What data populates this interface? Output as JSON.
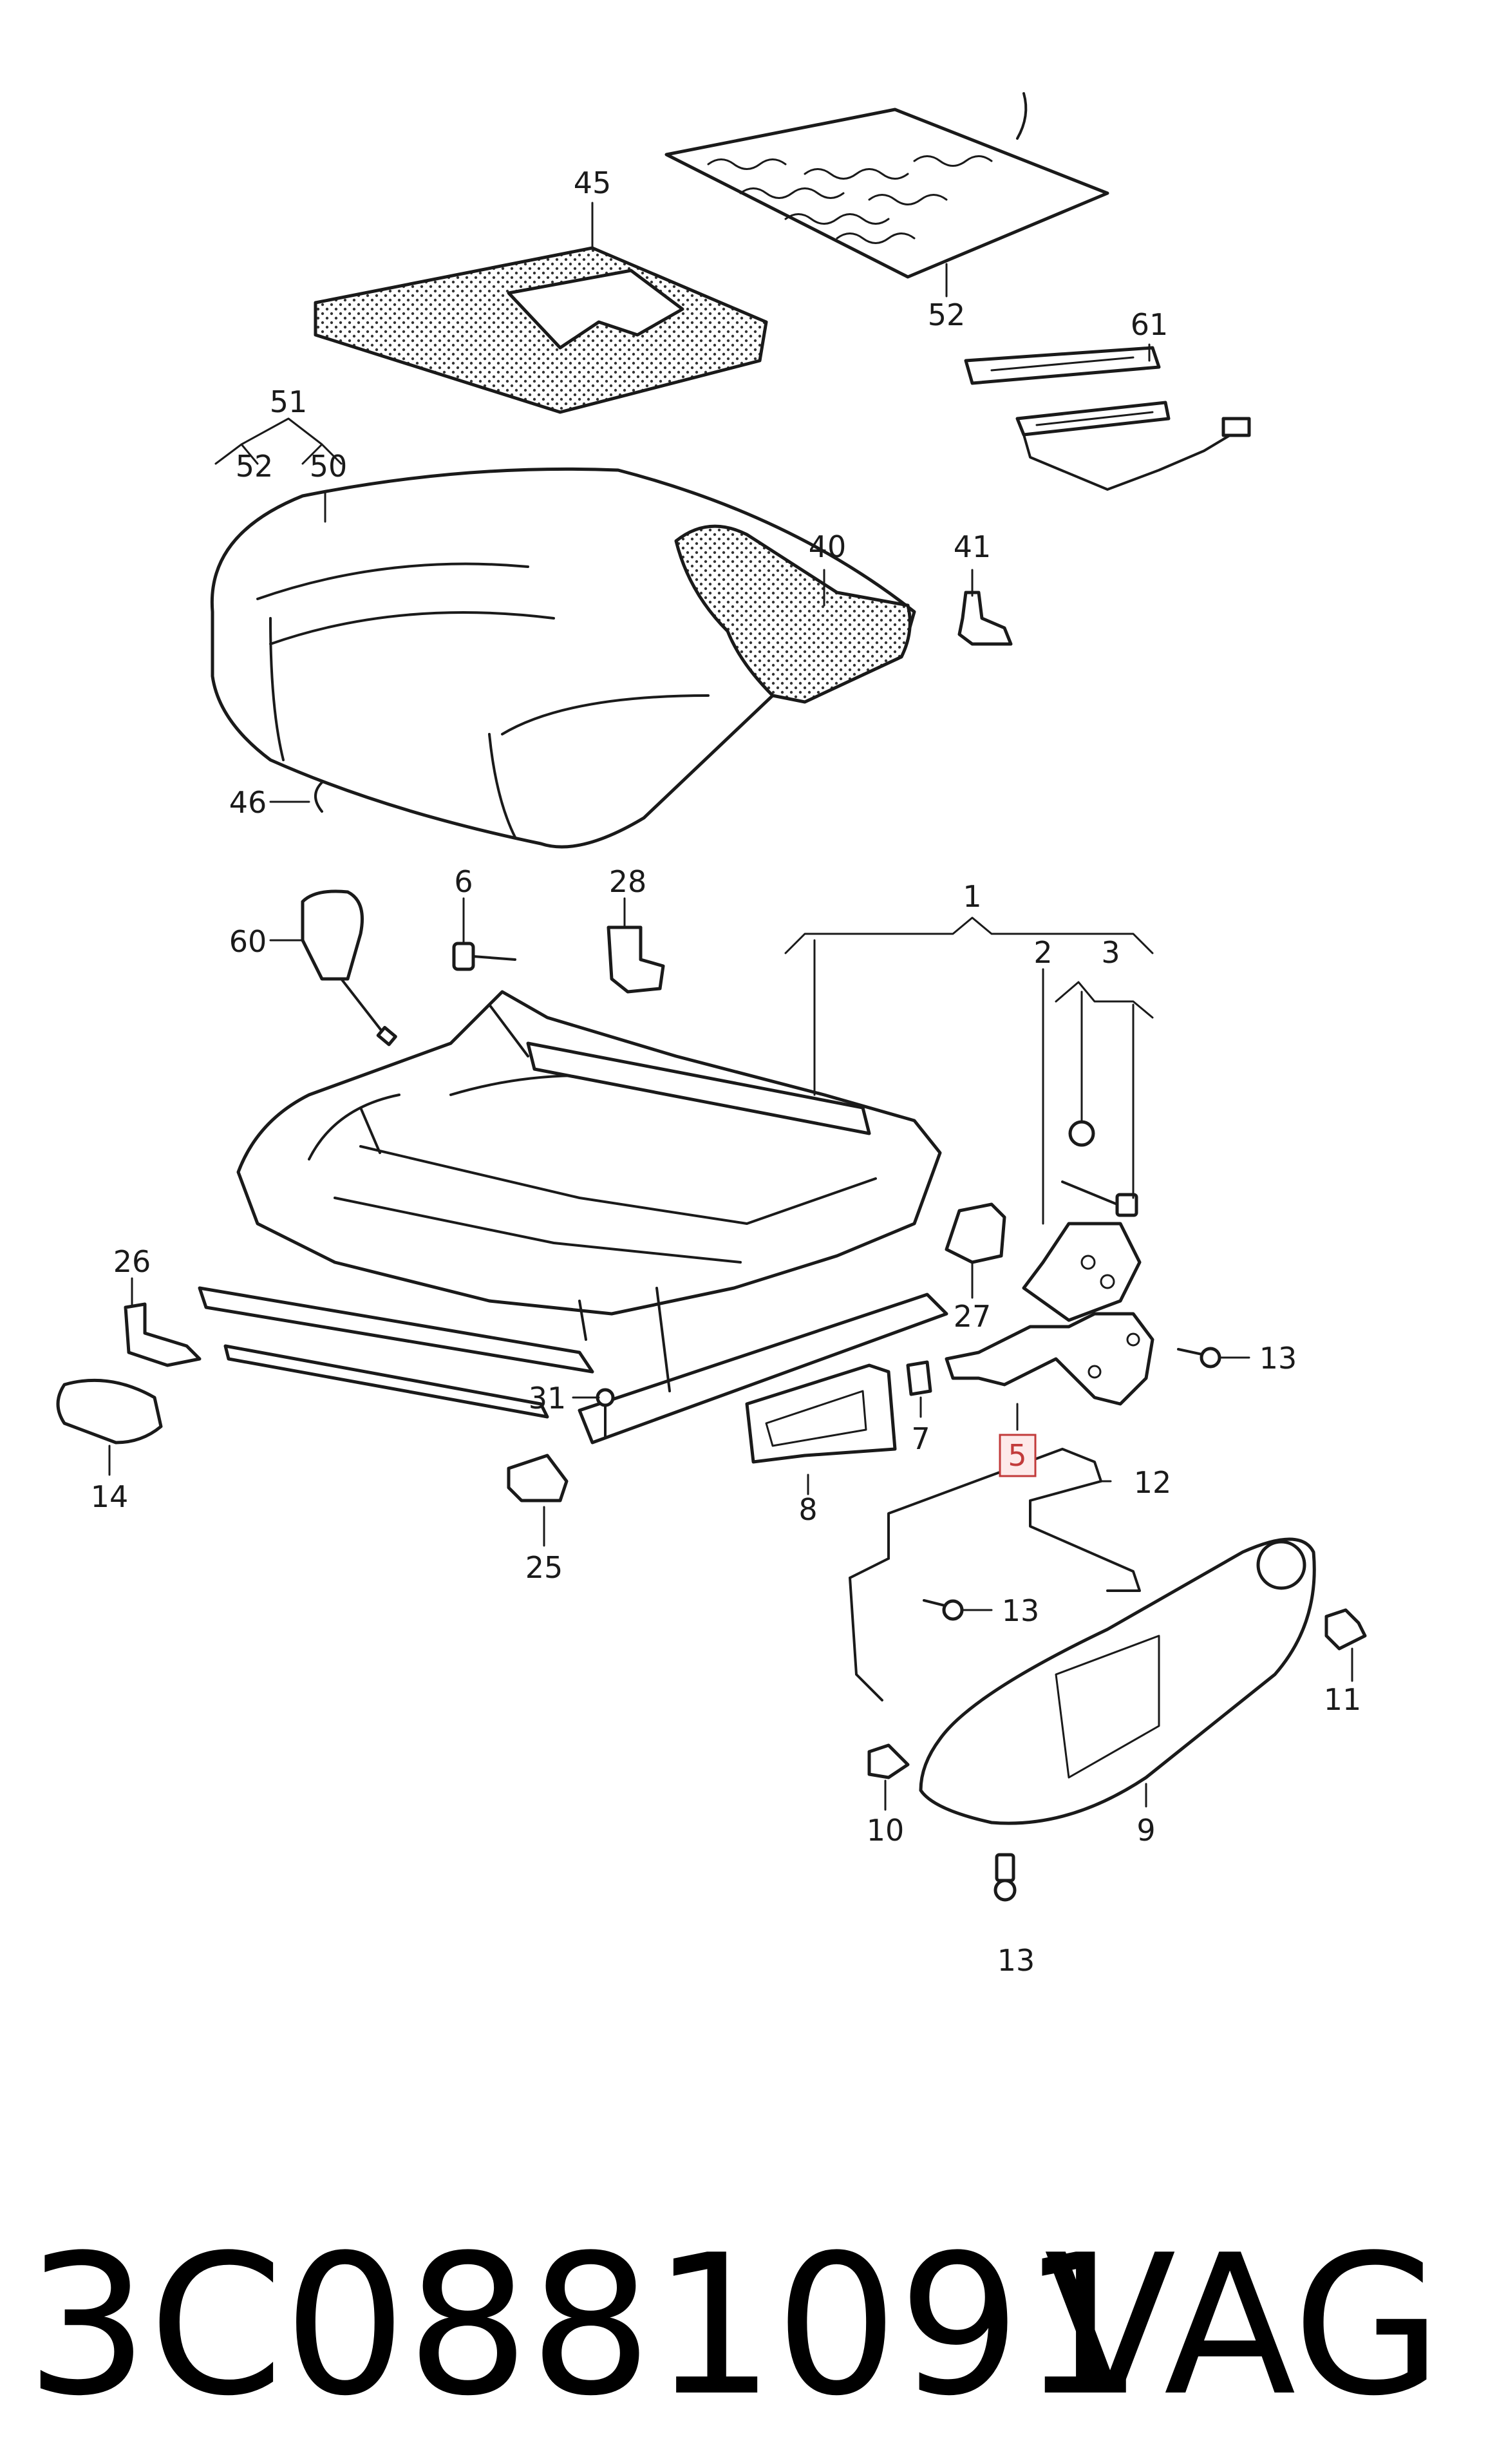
{
  "part_number": "3C0881091",
  "brand": "VAG",
  "highlighted_label": "5",
  "accent_color": "#c23b3b",
  "labels": {
    "l45": "45",
    "l52a": "52",
    "l61": "61",
    "l51": "51",
    "l52b": "52",
    "l50": "50",
    "l40": "40",
    "l41": "41",
    "l46": "46",
    "l28": "28",
    "l6": "6",
    "l60": "60",
    "l1": "1",
    "l2": "2",
    "l3": "3",
    "l26": "26",
    "l27": "27",
    "l13a": "13",
    "l31": "31",
    "l7": "7",
    "l5": "5",
    "l12": "12",
    "l8": "8",
    "l14": "14",
    "l25": "25",
    "l13b": "13",
    "l11": "11",
    "l10": "10",
    "l9": "9",
    "l13c": "13"
  }
}
